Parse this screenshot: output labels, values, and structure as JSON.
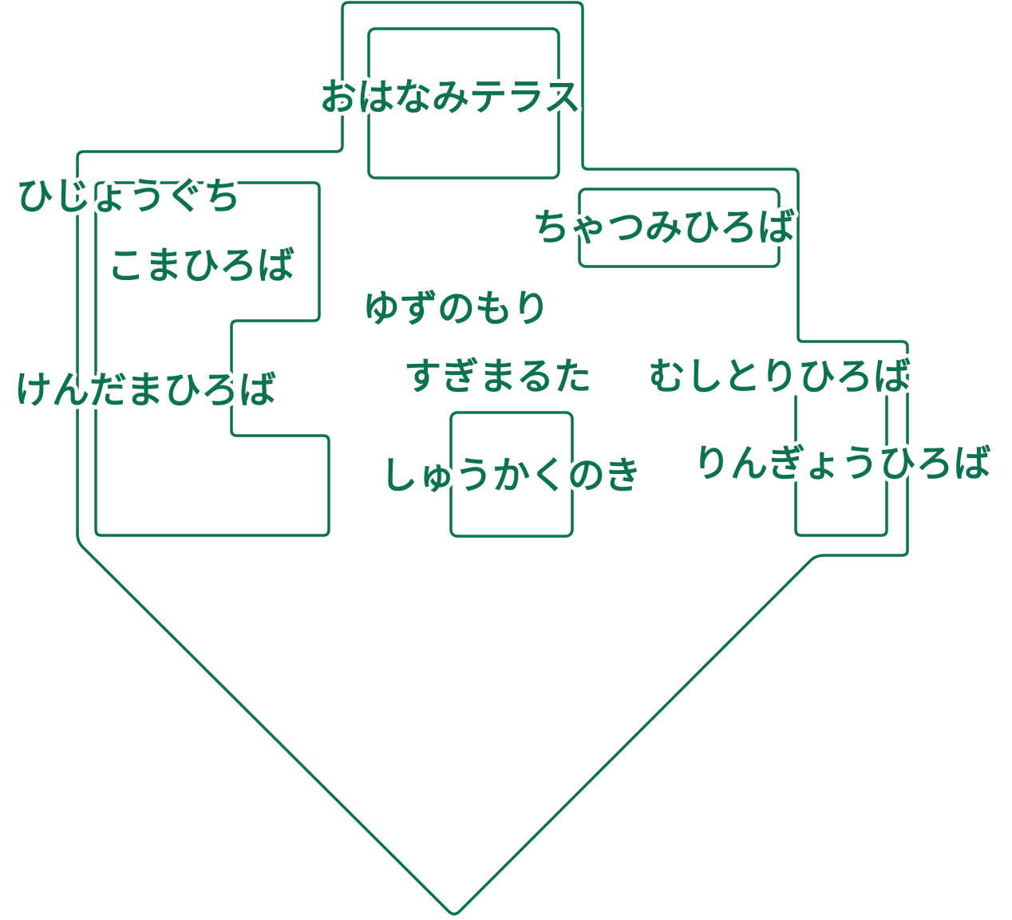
{
  "map": {
    "line_color": "#0b7250",
    "text_color": "#0b7250",
    "areas": [
      {
        "id": "ohanami-terrace",
        "label": "おはなみテラス"
      },
      {
        "id": "hijouguchi",
        "label": "ひじょうぐち"
      },
      {
        "id": "koma-hiroba",
        "label": "こまひろば"
      },
      {
        "id": "chatsumi-hiroba",
        "label": "ちゃつみひろば"
      },
      {
        "id": "yuzu-no-mori",
        "label": "ゆずのもり"
      },
      {
        "id": "kendama-hiroba",
        "label": "けんだまひろば"
      },
      {
        "id": "sugimaruta",
        "label": "すぎまるた"
      },
      {
        "id": "mushitori-hiroba",
        "label": "むしとりひろば"
      },
      {
        "id": "shuukaku-no-ki",
        "label": "しゅうかくのき"
      },
      {
        "id": "ringyou-hiroba",
        "label": "りんぎょうひろば"
      }
    ]
  }
}
